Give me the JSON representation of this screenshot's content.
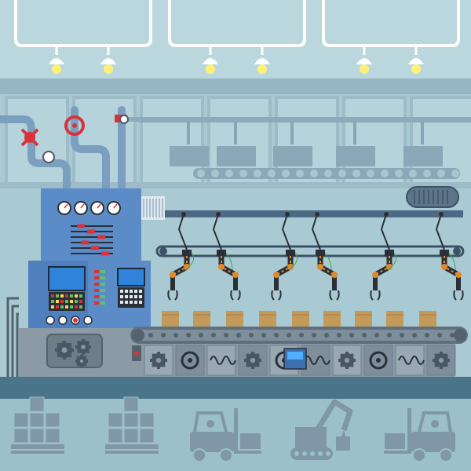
{
  "scene": {
    "description_free": true,
    "colors": {
      "sky": "#bad7de",
      "wall": "#a7c8d1",
      "window_frame": "#9dbcc8",
      "rail": "#6f8fa3",
      "machine": "#5b8cc7",
      "machine_dark": "#3f6a9f",
      "panel_gray": "#8c9aa6",
      "floor": "#4a7488",
      "floor_band": "#9fc0ca",
      "conveyor": "#6e7f8e",
      "box": "#c49a5a",
      "lamp": "#fff176",
      "arm": "#2b2f36",
      "arm_accent": "#e08a2b",
      "red": "#d8333b",
      "silhouette": "#7f97a6"
    },
    "gauges_count": 4,
    "lamp_pairs": 3,
    "boxes_on_belt": 9,
    "robot_arms": 6,
    "belt_modules": 10,
    "floor_items": [
      "pallet-boxes",
      "pallet-boxes",
      "forklift",
      "excavator-loader",
      "forklift"
    ]
  }
}
